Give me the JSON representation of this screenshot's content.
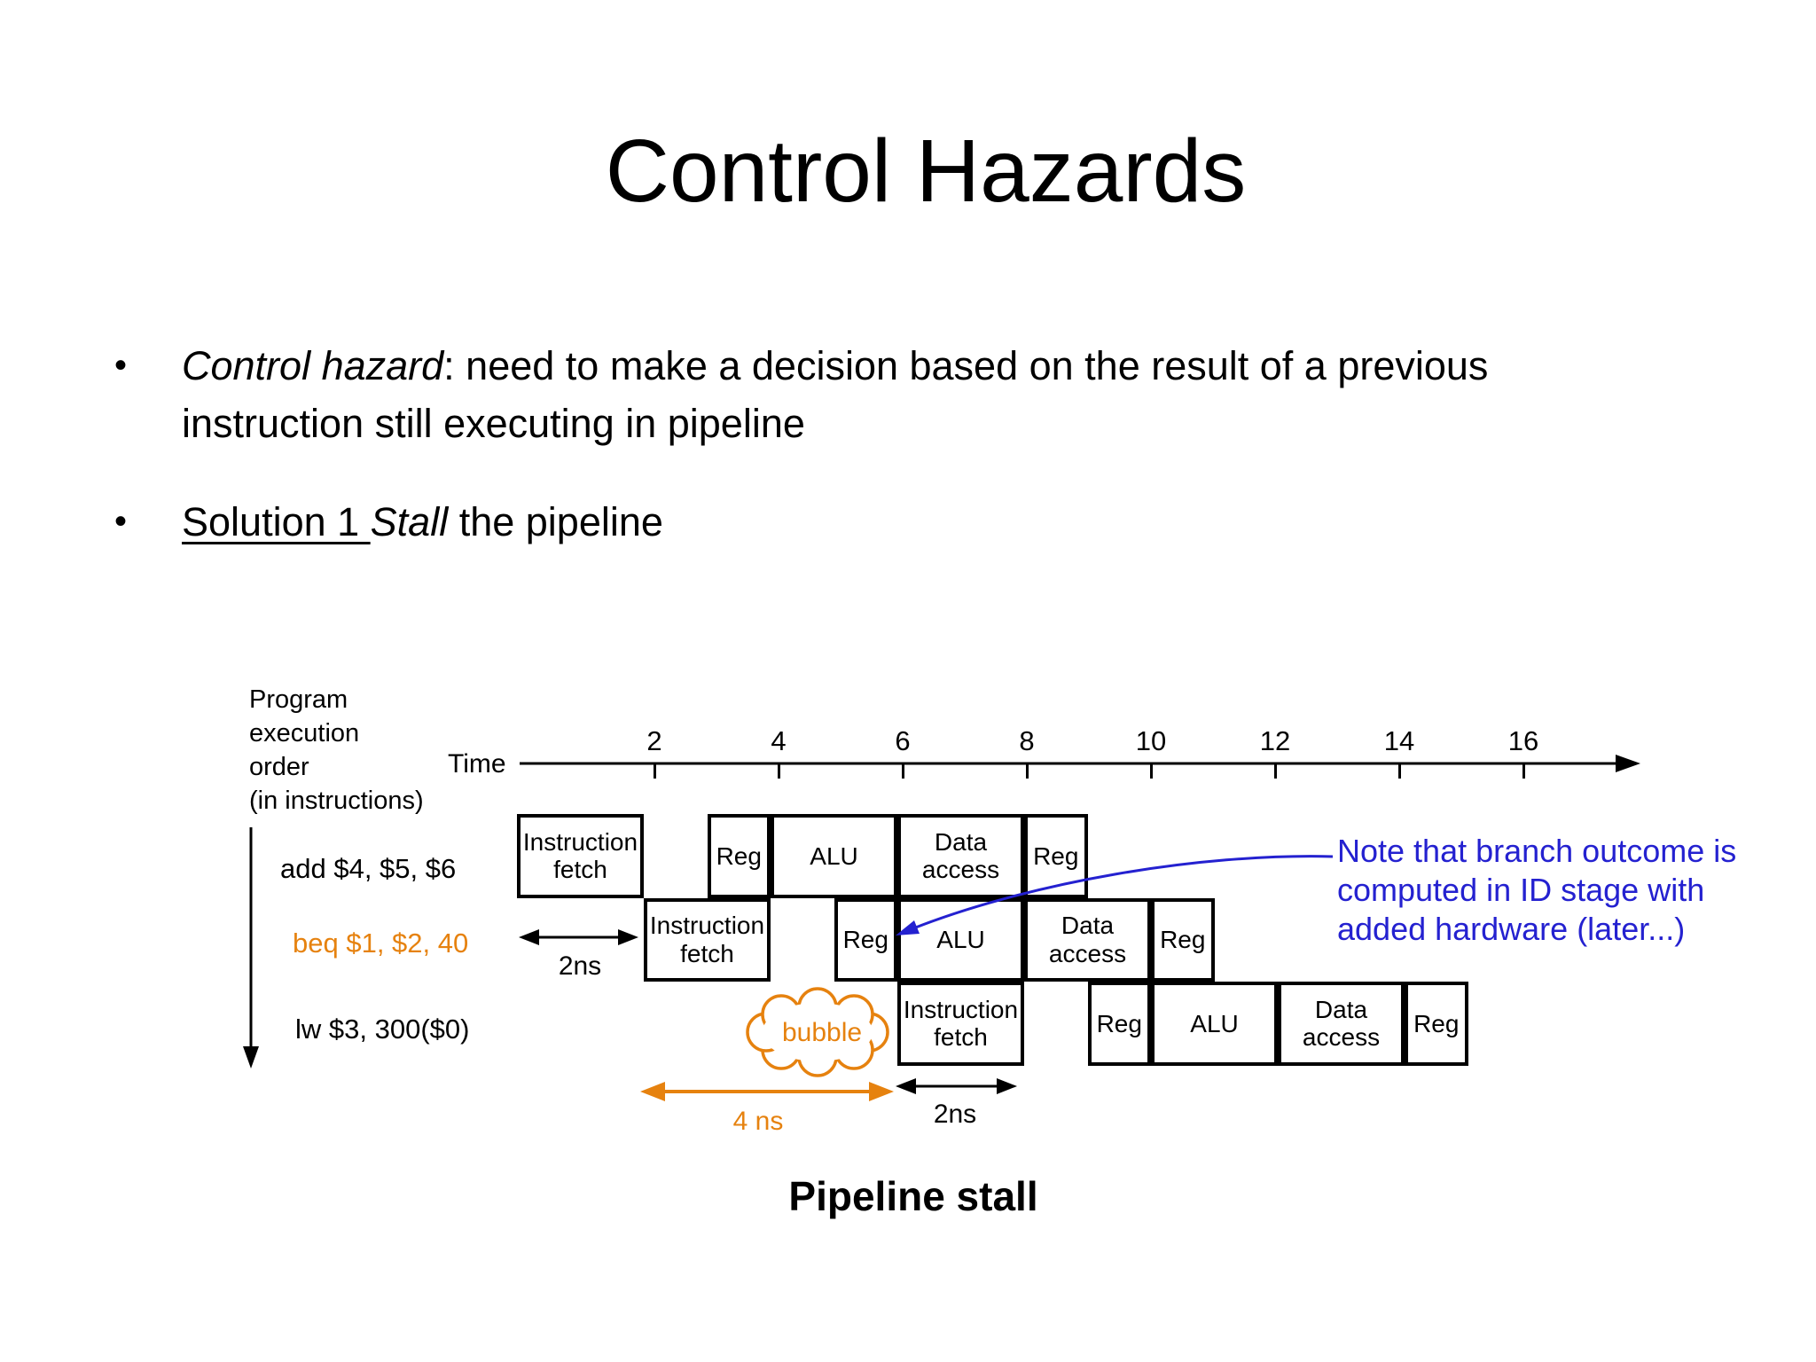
{
  "slide": {
    "title": "Control Hazards",
    "bullet_marker": "•",
    "bullets": {
      "b1_italic": "Control hazard",
      "b1_rest": ": need to make a decision based on the result of a previous",
      "b1_line2": "instruction still executing in pipeline",
      "b2_underline": "Solution 1 ",
      "b2_italic": "Stall",
      "b2_rest": " the pipeline"
    },
    "caption": "Pipeline stall"
  },
  "diagram": {
    "axis": {
      "label": "Time",
      "ticks": [
        "2",
        "4",
        "6",
        "8",
        "10",
        "12",
        "14",
        "16"
      ]
    },
    "order_label": "Program\nexecution\norder\n(in instructions)",
    "instructions": [
      {
        "text": "add $4, $5, $6",
        "color": "#000000"
      },
      {
        "text": "beq $1, $2, 40",
        "color": "#E6820F"
      },
      {
        "text": "lw $3, 300($0)",
        "color": "#000000"
      }
    ],
    "rows": [
      {
        "stages": [
          {
            "label": "Instruction\nfetch",
            "t0": 0,
            "t1": 2
          },
          {
            "label": "Reg",
            "t0": 3,
            "t1": 4
          },
          {
            "label": "ALU",
            "t0": 4,
            "t1": 6
          },
          {
            "label": "Data\naccess",
            "t0": 6,
            "t1": 8
          },
          {
            "label": "Reg",
            "t0": 8,
            "t1": 9
          }
        ]
      },
      {
        "stages": [
          {
            "label": "Instruction\nfetch",
            "t0": 2,
            "t1": 4
          },
          {
            "label": "Reg",
            "t0": 5,
            "t1": 6
          },
          {
            "label": "ALU",
            "t0": 6,
            "t1": 8
          },
          {
            "label": "Data\naccess",
            "t0": 8,
            "t1": 10
          },
          {
            "label": "Reg",
            "t0": 10,
            "t1": 11
          }
        ]
      },
      {
        "stages": [
          {
            "label": "Instruction\nfetch",
            "t0": 6,
            "t1": 8
          },
          {
            "label": "Reg",
            "t0": 9,
            "t1": 10
          },
          {
            "label": "ALU",
            "t0": 10,
            "t1": 12
          },
          {
            "label": "Data\naccess",
            "t0": 12,
            "t1": 14
          },
          {
            "label": "Reg",
            "t0": 14,
            "t1": 15
          }
        ]
      }
    ],
    "annotations": {
      "stall_2ns_first": "2ns",
      "stall_2ns_second": "2ns",
      "stall_4ns": "4 ns",
      "bubble": "bubble",
      "note_line1": "Note that branch outcome is",
      "note_line2": "computed in ID stage with",
      "note_line3": "added hardware (later...)"
    },
    "colors": {
      "orange": "#E6820F",
      "blue": "#2421D0"
    }
  }
}
